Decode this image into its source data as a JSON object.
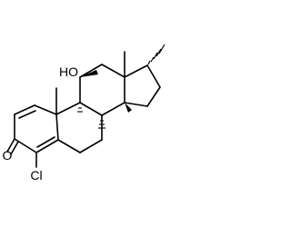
{
  "atom_labels": {
    "hydroxyl": "HO",
    "ketone_oxygen": "O",
    "chlorine": "Cl"
  },
  "colors": {
    "bond": "#000000",
    "oxygen": "#ff0d0d",
    "chlorine": "#1ff01f",
    "background": "#ffffff"
  }
}
